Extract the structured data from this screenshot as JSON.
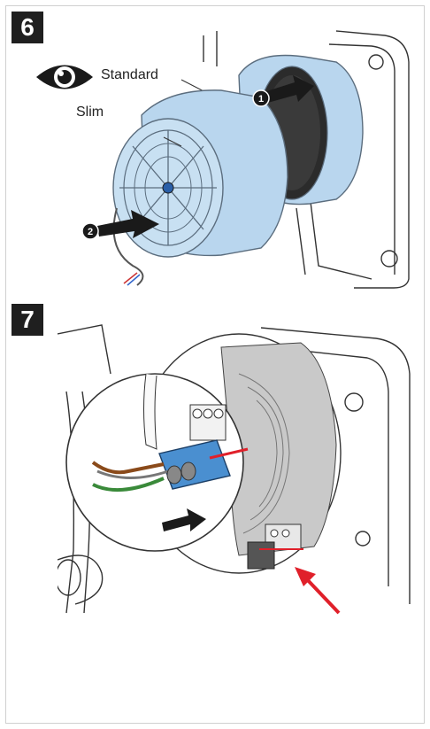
{
  "steps": [
    {
      "number": "6"
    },
    {
      "number": "7"
    }
  ],
  "labels": {
    "standard": "Standard",
    "slim": "Slim"
  },
  "callouts": {
    "one": "1",
    "two": "2"
  },
  "colors": {
    "badge_bg": "#1f1f1f",
    "cartridge_fill": "#b9d6ee",
    "cartridge_stroke": "#5b6d7e",
    "arrow": "#1a1a1a",
    "red_arrow": "#e0202a",
    "terminal_blue": "#4a8fd0",
    "wire_brown": "#8a4a1a",
    "wire_green": "#3a8a3a"
  },
  "icons": [
    "eye-icon",
    "arrow-icon",
    "red-arrow-icon"
  ]
}
